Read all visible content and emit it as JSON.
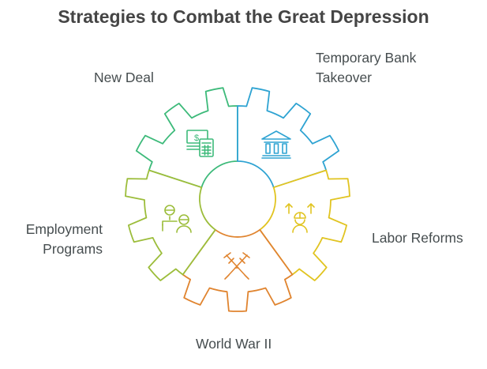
{
  "title": "Strategies to Combat the Great Depression",
  "segments": [
    {
      "label": "New Deal",
      "icon": "money-calculator-icon",
      "color": "#3dba7a"
    },
    {
      "label_line1": "Temporary Bank",
      "label_line2": "Takeover",
      "icon": "bank-icon",
      "color": "#2ea3d2"
    },
    {
      "label": "Labor Reforms",
      "icon": "worker-arrows-icon",
      "color": "#e1c421"
    },
    {
      "label": "World War II",
      "icon": "crossed-swords-icon",
      "color": "#e0842f"
    },
    {
      "label_line1": "Employment",
      "label_line2": "Programs",
      "icon": "employment-people-icon",
      "color": "#9cbd3b"
    }
  ]
}
